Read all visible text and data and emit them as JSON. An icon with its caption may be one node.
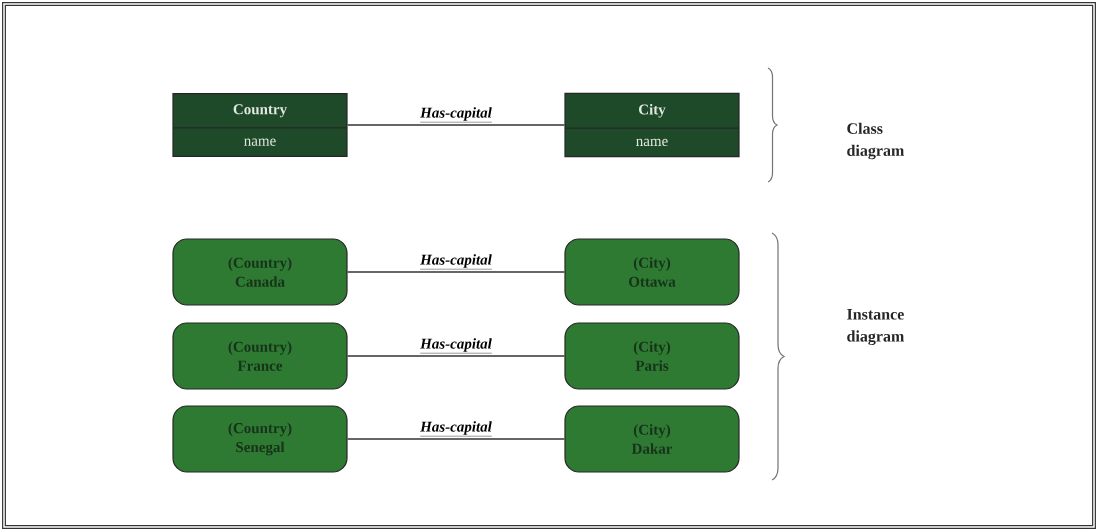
{
  "diagram": {
    "nodes": [
      {
        "text": [
          "Country",
          "name"
        ]
      },
      {
        "text": [
          "City",
          "name"
        ]
      },
      {
        "text": [
          "(Country)",
          "Canada"
        ]
      },
      {
        "text": [
          "(City)",
          "Ottawa"
        ]
      },
      {
        "text": [
          "(Country)",
          "France"
        ]
      },
      {
        "text": [
          "(City)",
          "Paris"
        ]
      },
      {
        "text": [
          "(Country)",
          "Senegal"
        ]
      },
      {
        "text": [
          "(City)",
          "Dakar"
        ]
      }
    ],
    "edges": [
      {
        "from": 0,
        "to": 1,
        "arrow": "none",
        "label": "Has-capital"
      },
      {
        "from": 2,
        "to": 3,
        "arrow": "none",
        "label": "Has-capital"
      },
      {
        "from": 4,
        "to": 5,
        "arrow": "none",
        "label": "Has-capital"
      },
      {
        "from": 6,
        "to": 7,
        "arrow": "none",
        "label": "Has-capital"
      }
    ],
    "labels": [
      "Class diagram",
      "Instance diagram"
    ]
  }
}
